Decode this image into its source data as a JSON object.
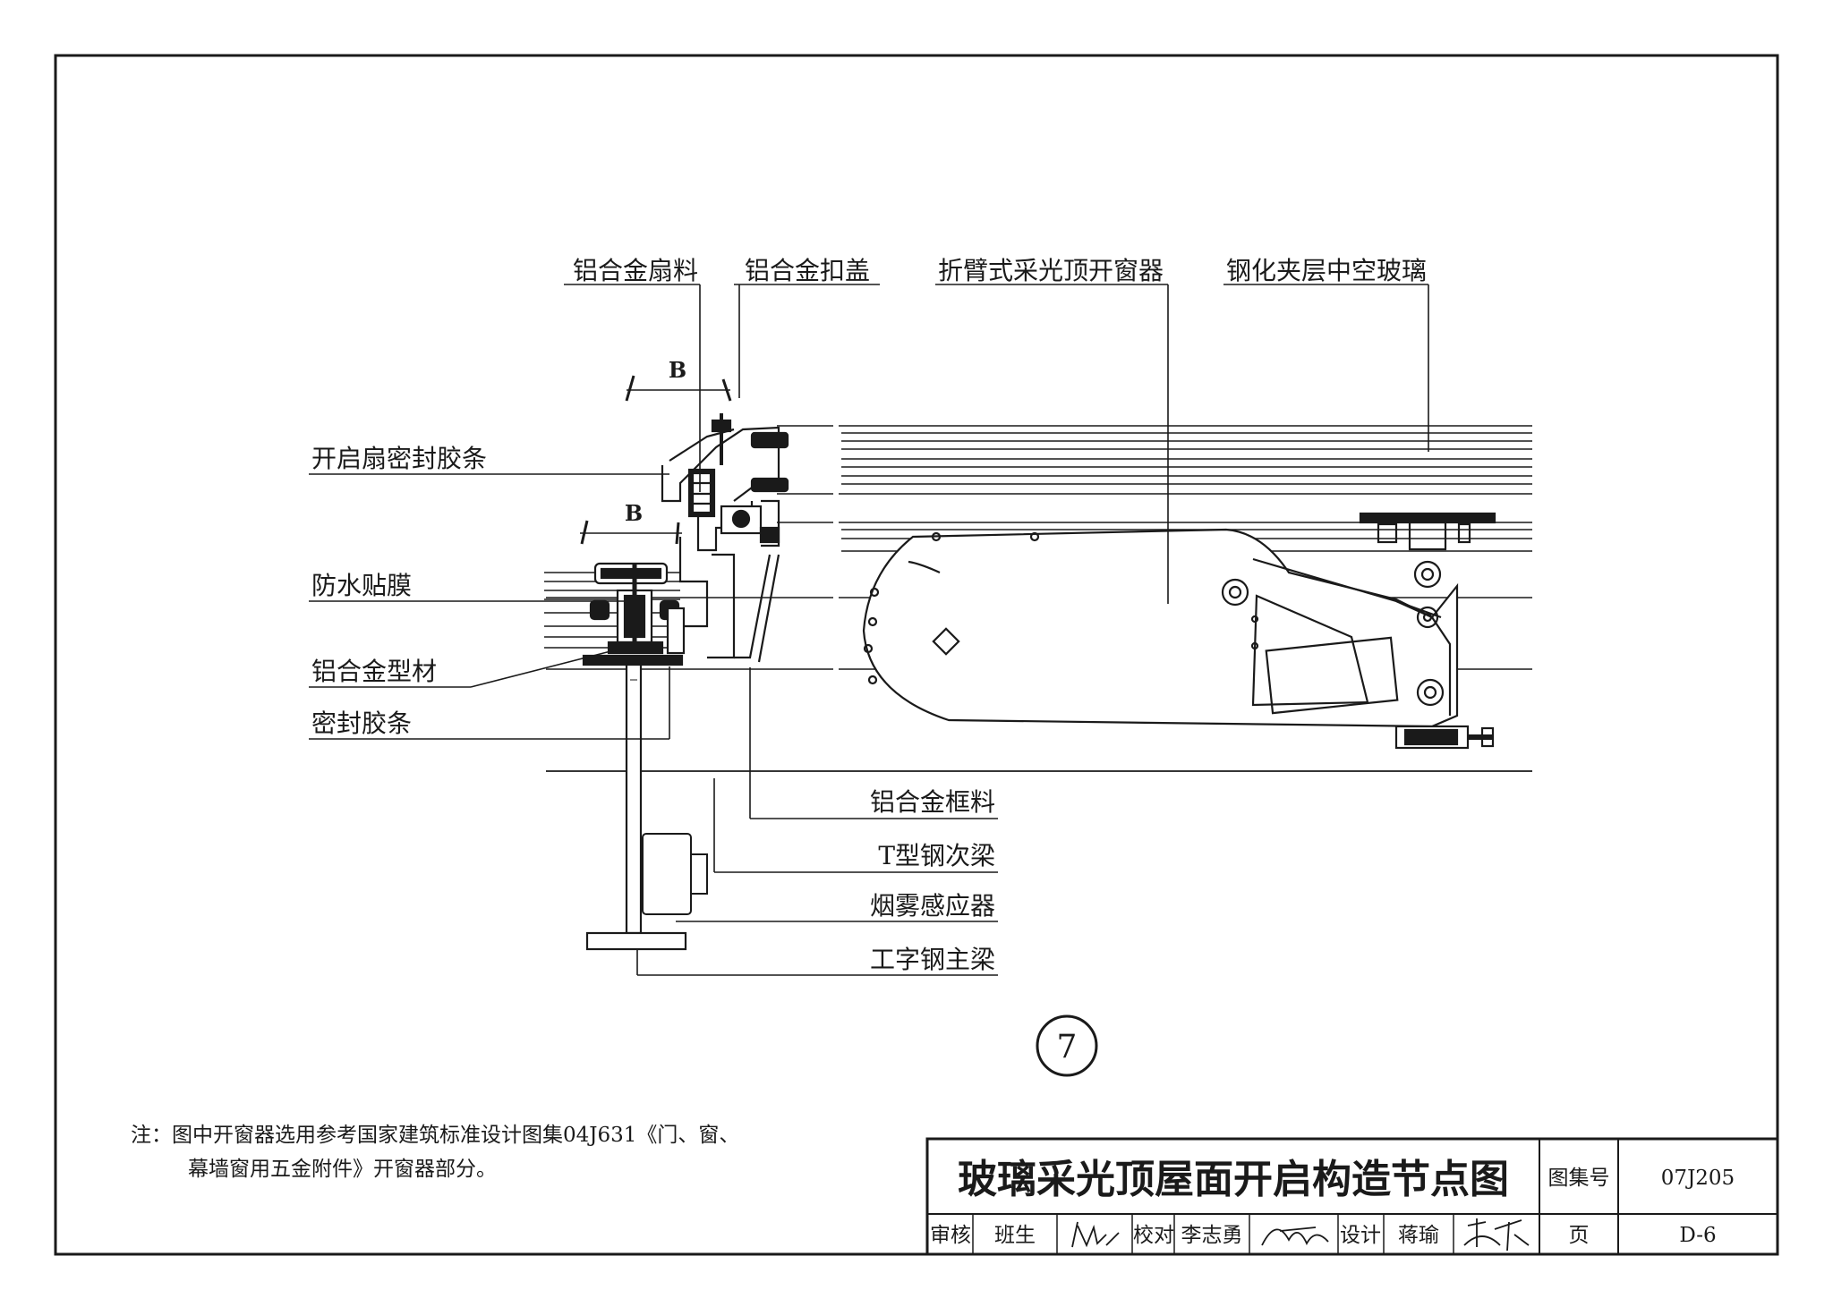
{
  "labels": {
    "sash_profile": "铝合金扇料",
    "cover_cap": "铝合金扣盖",
    "window_opener": "折臂式采光顶开窗器",
    "glass": "钢化夹层中空玻璃",
    "sash_seal_strip": "开启扇密封胶条",
    "waterproof_film": "防水贴膜",
    "alu_profile": "铝合金型材",
    "seal_strip": "密封胶条",
    "frame_profile": "铝合金框料",
    "t_beam": "T型钢次梁",
    "smoke_sensor": "烟雾感应器",
    "i_beam": "工字钢主梁"
  },
  "dimensions": {
    "upper": "B",
    "lower": "B"
  },
  "detail_number": "7",
  "note": {
    "line1": "注：图中开窗器选用参考国家建筑标准设计图集04J631《门、窗、",
    "line2": "幕墙窗用五金附件》开窗器部分。"
  },
  "title_block": {
    "title": "玻璃采光顶屋面开启构造节点图",
    "atlas_label": "图集号",
    "atlas_no": "07J205",
    "review_label": "审核",
    "reviewer": "班生",
    "check_label": "校对",
    "checker": "李志勇",
    "design_label": "设计",
    "designer": "蒋瑜",
    "page_label": "页",
    "page_no": "D-6"
  }
}
